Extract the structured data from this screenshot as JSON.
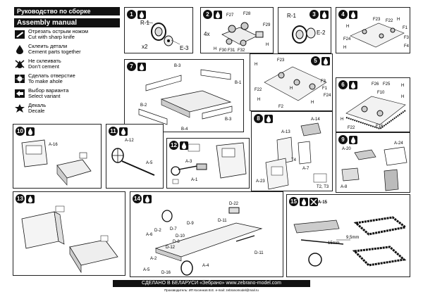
{
  "header": {
    "title_ru": "Руководство по сборке",
    "title_en": "Assembly manual"
  },
  "legend": [
    {
      "icon": "knife-icon",
      "ru": "Отрезать острым ножом",
      "en": "Cut with sharp knife"
    },
    {
      "icon": "glue-drop-icon",
      "ru": "Склеить детали",
      "en": "Cement parts together"
    },
    {
      "icon": "no-glue-icon",
      "ru": "Не склеивать",
      "en": "Don't cement"
    },
    {
      "icon": "drill-icon",
      "ru": "Сделать отверстие",
      "en": "To make ahole"
    },
    {
      "icon": "option-icon",
      "ru": "Выбор варианта",
      "en": "Select variant"
    },
    {
      "icon": "decal-icon",
      "ru": "Декаль",
      "en": "Decale"
    }
  ],
  "steps": [
    {
      "n": "1",
      "labels": [
        "R-1",
        "x2",
        "E-3"
      ]
    },
    {
      "n": "2",
      "labels": [
        "4x",
        "F27",
        "F32",
        "F28",
        "F29",
        "F30",
        "F31",
        "H",
        "H"
      ]
    },
    {
      "n": "3",
      "labels": [
        "R-1",
        "E-2"
      ]
    },
    {
      "n": "4",
      "labels": [
        "F23",
        "F1",
        "F24",
        "F3",
        "F22",
        "F4",
        "H",
        "H",
        "H"
      ]
    },
    {
      "n": "5",
      "labels": [
        "H",
        "F23",
        "F3",
        "F22",
        "F24",
        "F2",
        "F1",
        "H",
        "H",
        "H"
      ]
    },
    {
      "n": "6",
      "labels": [
        "F26",
        "F25",
        "F10",
        "H",
        "H",
        "F16",
        "F22",
        "H"
      ]
    },
    {
      "n": "7",
      "labels": [
        "B-3",
        "B-1",
        "B-2",
        "B-4",
        "B-3"
      ]
    },
    {
      "n": "8",
      "labels": [
        "A-14",
        "A-13",
        "A-7",
        "T4",
        "A-23",
        "T2, T3"
      ]
    },
    {
      "n": "9",
      "labels": [
        "A-20",
        "A-24",
        "A-8"
      ]
    },
    {
      "n": "10",
      "labels": [
        "A-16"
      ]
    },
    {
      "n": "11",
      "labels": [
        "A-12",
        "A-5"
      ]
    },
    {
      "n": "12",
      "labels": [
        "A-3",
        "A-1"
      ]
    },
    {
      "n": "13",
      "labels": []
    },
    {
      "n": "14",
      "labels": [
        "D-22",
        "D-2",
        "D-7",
        "D-9",
        "A-6",
        "D-11",
        "D-10",
        "D-8",
        "D-12",
        "A-2",
        "D-11",
        "A-4",
        "A-5",
        "D-16"
      ]
    },
    {
      "n": "15",
      "labels": [
        "A-15",
        "15mm",
        "9,5mm"
      ]
    }
  ],
  "footer": {
    "main": "СДЕЛАНО В БЕЛАРУСИ «Зебрано» www.zebrano-model.com",
    "small": "Производитель: ИП Косенков В.Е.   e-mail: zebranomodel@mail.ru"
  }
}
